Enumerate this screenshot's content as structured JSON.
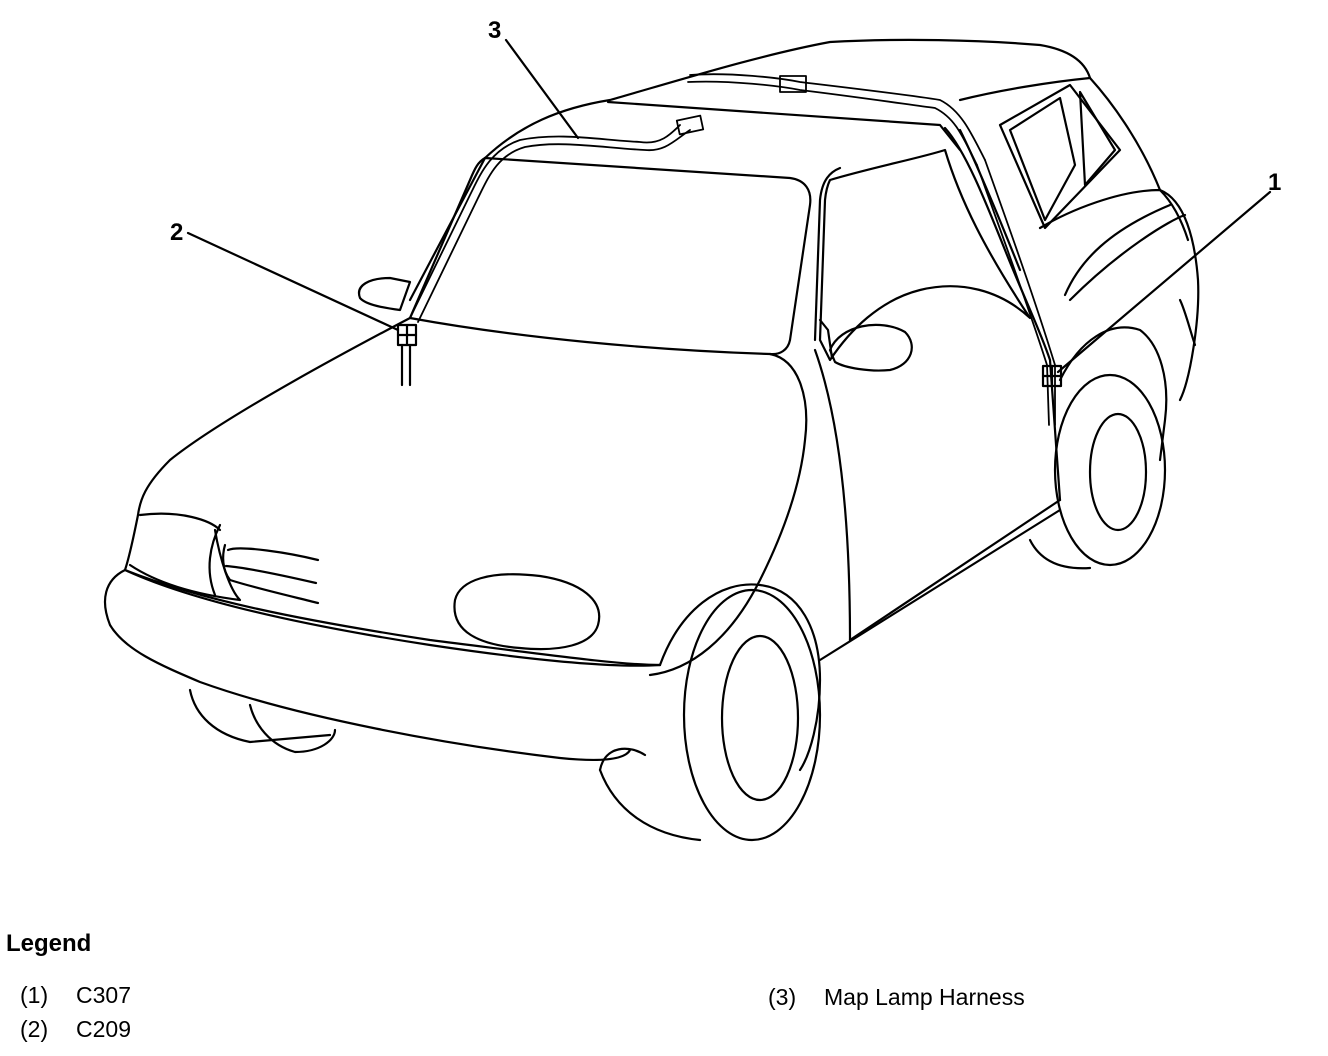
{
  "callouts": {
    "c1": "1",
    "c2": "2",
    "c3": "3"
  },
  "legend": {
    "title": "Legend",
    "items": [
      {
        "num": "(1)",
        "label": "C307"
      },
      {
        "num": "(2)",
        "label": "C209"
      },
      {
        "num": "(3)",
        "label": "Map Lamp Harness"
      }
    ]
  },
  "colors": {
    "line": "#000000",
    "background": "#ffffff"
  }
}
